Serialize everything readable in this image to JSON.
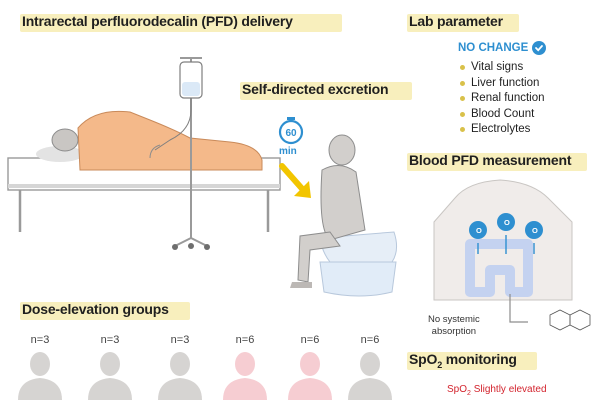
{
  "panels": {
    "delivery_title": "Intrarectal perfluorodecalin (PFD) delivery",
    "excretion_title": "Self-directed excretion",
    "timer_value": "60",
    "timer_unit": "min",
    "lab_title": "Lab parameter",
    "lab_status": "NO CHANGE",
    "lab_items": [
      "Vital signs",
      "Liver function",
      "Renal function",
      "Blood Count",
      "Electrolytes"
    ],
    "blood_title": "Blood PFD measurement",
    "o2_label": "O",
    "o2_sub": "2",
    "no_systemic_line1": "No systemic",
    "no_systemic_line2": "absorption",
    "dose_title": "Dose-elevation groups",
    "groups": [
      "n=3",
      "n=3",
      "n=3",
      "n=6",
      "n=6",
      "n=6"
    ],
    "spo2_prefix": "SpO",
    "spo2_sub": "2",
    "spo2_suffix": " monitoring",
    "spo2_result_prefix": "SpO",
    "spo2_result_sub": "2",
    "spo2_result_suffix": " Slightly elevated"
  },
  "colors": {
    "highlight": "#f8efbd",
    "accent_blue": "#2e8fd0",
    "blanket": "#f4b98a",
    "skin_gray": "#c9c6c3",
    "pink_figure": "#f6cdd2",
    "intestine": "#c4d2f0",
    "timer_arrow": "#f2c500",
    "alert_red": "#d3242e"
  }
}
